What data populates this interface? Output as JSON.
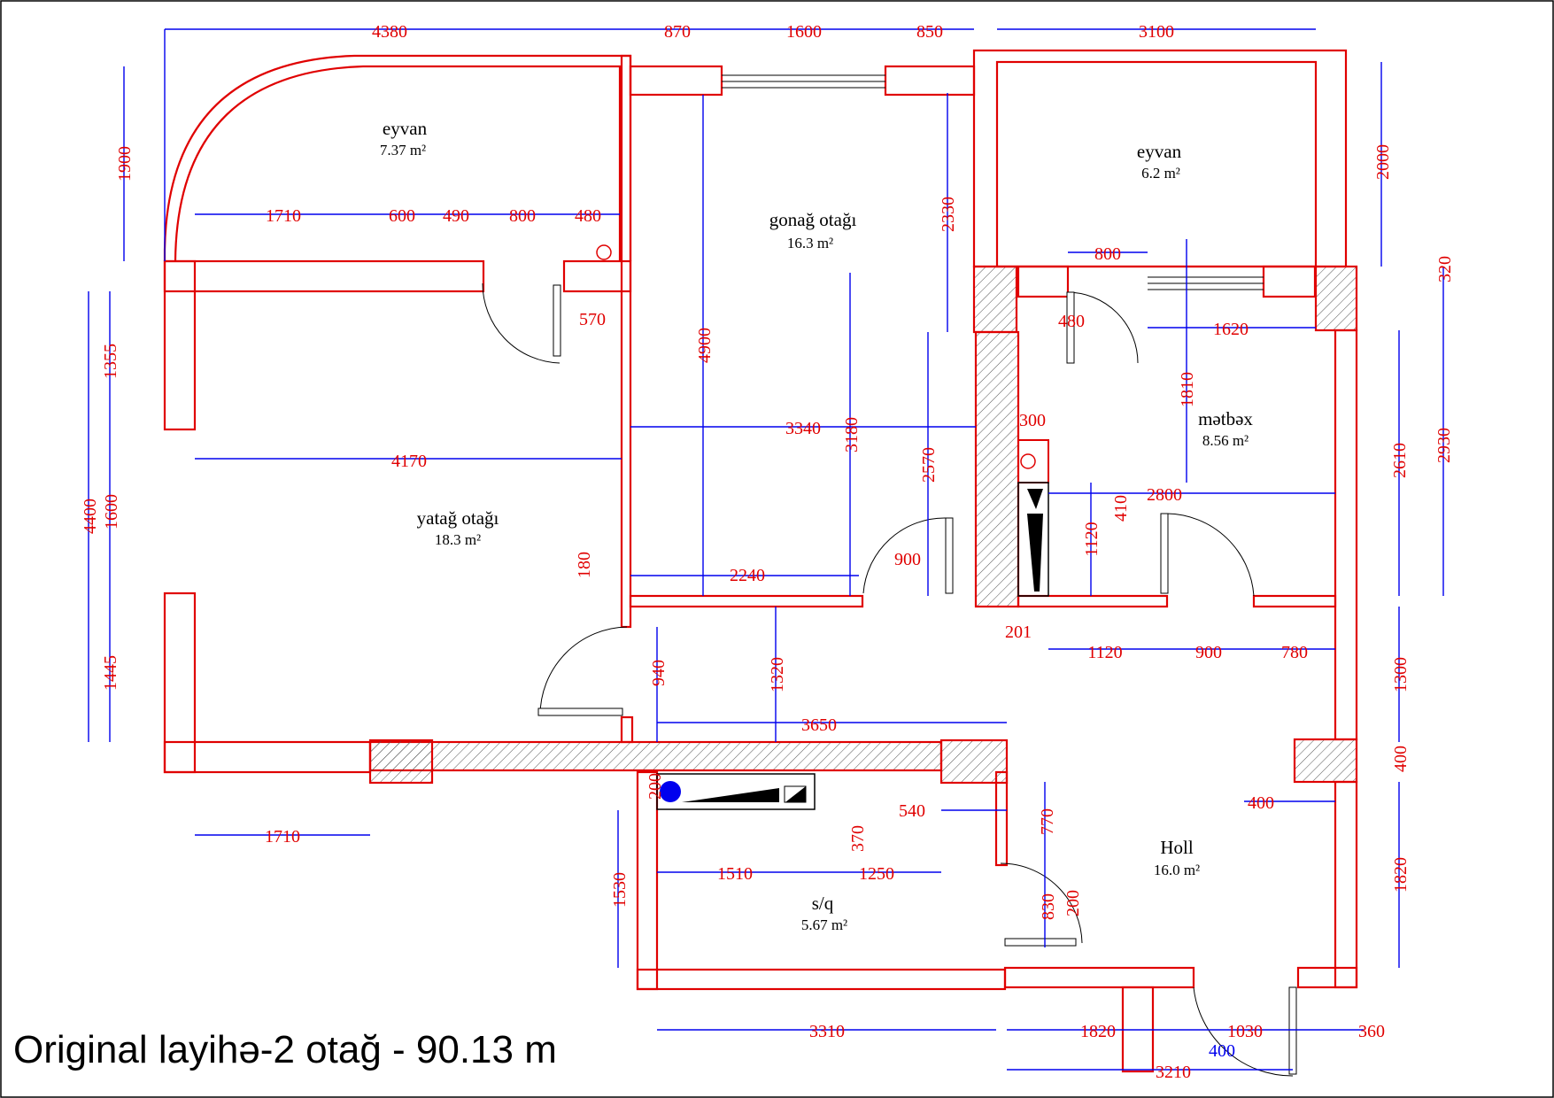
{
  "title": "Original layihə-2 otağ - 90.13 m",
  "rooms": [
    {
      "id": "eyvan1",
      "name": "eyvan",
      "area": "7.37 m²"
    },
    {
      "id": "gonag",
      "name": "gonağ otağı",
      "area": "16.3 m²"
    },
    {
      "id": "eyvan2",
      "name": "eyvan",
      "area": "6.2 m²"
    },
    {
      "id": "metbex",
      "name": "mətbəx",
      "area": "8.56 m²"
    },
    {
      "id": "yatag",
      "name": "yatağ otağı",
      "area": "18.3 m²"
    },
    {
      "id": "holl",
      "name": "Holl",
      "area": "16.0 m²"
    },
    {
      "id": "sq",
      "name": "s/q",
      "area": "5.67 m²"
    }
  ],
  "dimensions": [
    {
      "id": "d4380",
      "text": "4380"
    },
    {
      "id": "d870",
      "text": "870"
    },
    {
      "id": "d1600a",
      "text": "1600"
    },
    {
      "id": "d850",
      "text": "850"
    },
    {
      "id": "d3100",
      "text": "3100"
    },
    {
      "id": "d1900",
      "text": "1900"
    },
    {
      "id": "d1710a",
      "text": "1710"
    },
    {
      "id": "d600",
      "text": "600"
    },
    {
      "id": "d490",
      "text": "490"
    },
    {
      "id": "d800a",
      "text": "800"
    },
    {
      "id": "d480a",
      "text": "480"
    },
    {
      "id": "d2330",
      "text": "2330"
    },
    {
      "id": "d2000",
      "text": "2000"
    },
    {
      "id": "d800b",
      "text": "800"
    },
    {
      "id": "d320",
      "text": "320"
    },
    {
      "id": "d570",
      "text": "570"
    },
    {
      "id": "d480b",
      "text": "480"
    },
    {
      "id": "d1620",
      "text": "1620"
    },
    {
      "id": "d1355",
      "text": "1355"
    },
    {
      "id": "d4900",
      "text": "4900"
    },
    {
      "id": "d1810",
      "text": "1810"
    },
    {
      "id": "d3340",
      "text": "3340"
    },
    {
      "id": "d3180",
      "text": "3180"
    },
    {
      "id": "d300",
      "text": "300"
    },
    {
      "id": "d4170",
      "text": "4170"
    },
    {
      "id": "d2570",
      "text": "2570"
    },
    {
      "id": "d2610",
      "text": "2610"
    },
    {
      "id": "d2930",
      "text": "2930"
    },
    {
      "id": "d410",
      "text": "410"
    },
    {
      "id": "d2800",
      "text": "2800"
    },
    {
      "id": "d4400",
      "text": "4400"
    },
    {
      "id": "d1600b",
      "text": "1600"
    },
    {
      "id": "d1120a",
      "text": "1120"
    },
    {
      "id": "d900a",
      "text": "900"
    },
    {
      "id": "d2240",
      "text": "2240"
    },
    {
      "id": "d180",
      "text": "180"
    },
    {
      "id": "d201",
      "text": "201"
    },
    {
      "id": "d1120b",
      "text": "1120"
    },
    {
      "id": "d900b",
      "text": "900"
    },
    {
      "id": "d780",
      "text": "780"
    },
    {
      "id": "d1320",
      "text": "1320"
    },
    {
      "id": "d1300",
      "text": "1300"
    },
    {
      "id": "d1445",
      "text": "1445"
    },
    {
      "id": "d940",
      "text": "940"
    },
    {
      "id": "d3650",
      "text": "3650"
    },
    {
      "id": "d400a",
      "text": "400"
    },
    {
      "id": "d200a",
      "text": "200"
    },
    {
      "id": "d370",
      "text": "370"
    },
    {
      "id": "d540",
      "text": "540"
    },
    {
      "id": "d770",
      "text": "770"
    },
    {
      "id": "d400b",
      "text": "400"
    },
    {
      "id": "d1710b",
      "text": "1710"
    },
    {
      "id": "d1510",
      "text": "1510"
    },
    {
      "id": "d1250",
      "text": "1250"
    },
    {
      "id": "d1530",
      "text": "1530"
    },
    {
      "id": "d1820a",
      "text": "1820"
    },
    {
      "id": "d830",
      "text": "830"
    },
    {
      "id": "d200b",
      "text": "200"
    },
    {
      "id": "d3310",
      "text": "3310"
    },
    {
      "id": "d1820b",
      "text": "1820"
    },
    {
      "id": "d1030",
      "text": "1030"
    },
    {
      "id": "d360",
      "text": "360"
    },
    {
      "id": "d400c",
      "text": "400"
    },
    {
      "id": "d3210",
      "text": "3210"
    }
  ],
  "colors": {
    "wall": "#e00000",
    "dimension_line": "#0000ee",
    "text": "#000000"
  }
}
